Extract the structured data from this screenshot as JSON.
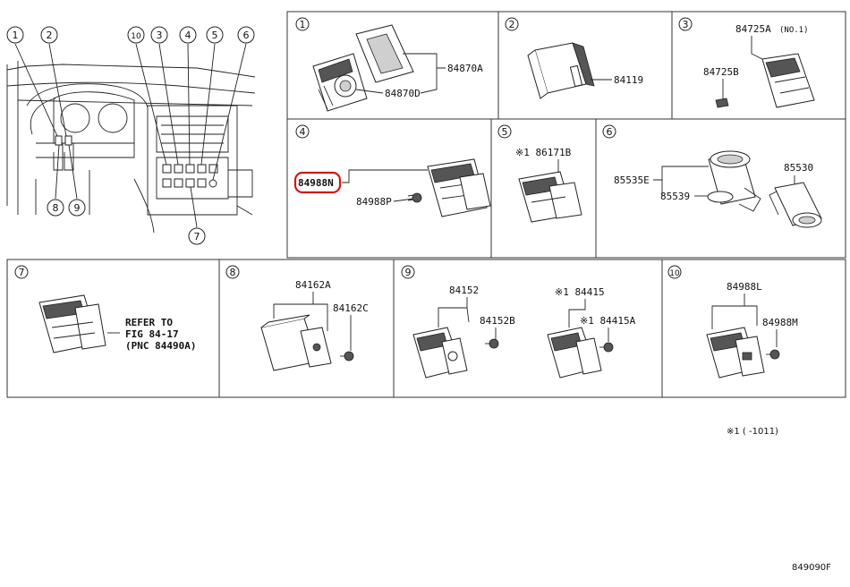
{
  "overview": {
    "callouts": [
      "1",
      "2",
      "10",
      "3",
      "4",
      "5",
      "6",
      "8",
      "9",
      "7"
    ]
  },
  "panels": [
    {
      "id": "p1",
      "index": "1",
      "parts": [
        "84870A",
        "84870D"
      ]
    },
    {
      "id": "p2",
      "index": "2",
      "parts": [
        "84119"
      ]
    },
    {
      "id": "p3",
      "index": "3",
      "parts": [
        "84725A",
        "(NO.1)",
        "84725B"
      ]
    },
    {
      "id": "p4",
      "index": "4",
      "parts": [
        "84988N",
        "84988P"
      ]
    },
    {
      "id": "p5",
      "index": "5",
      "parts": [
        "※1 86171B"
      ]
    },
    {
      "id": "p6",
      "index": "6",
      "parts": [
        "85535E",
        "85539",
        "85530"
      ]
    },
    {
      "id": "p7",
      "index": "7",
      "parts": [
        "REFER TO",
        "FIG 84-17",
        "(PNC 84490A)"
      ]
    },
    {
      "id": "p8",
      "index": "8",
      "parts": [
        "84162A",
        "84162C"
      ]
    },
    {
      "id": "p9",
      "index": "9",
      "parts": [
        "84152",
        "84152B",
        "※1 84415",
        "※1 84415A"
      ]
    },
    {
      "id": "p10",
      "index": "10",
      "parts": [
        "84988L",
        "84988M"
      ]
    }
  ],
  "footnote": "※1 (       -1011)",
  "figure_code": "849090F",
  "highlight_color": "#cc1a1a"
}
